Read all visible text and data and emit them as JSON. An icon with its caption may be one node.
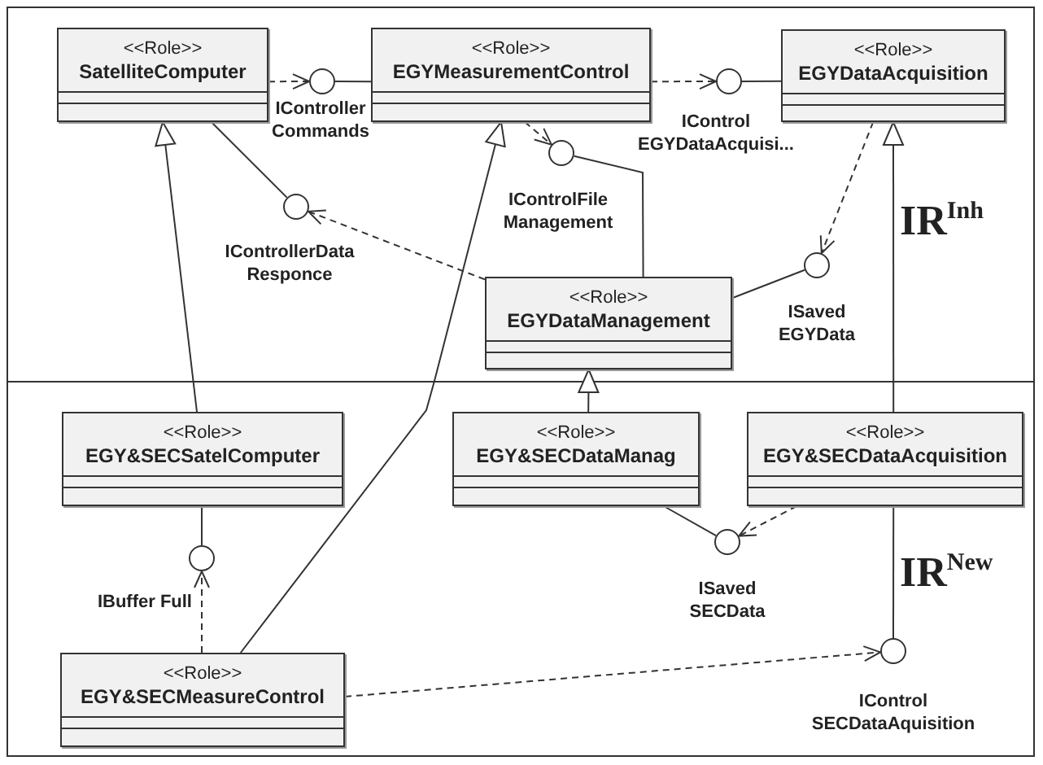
{
  "diagram": {
    "nodes": [
      {
        "text": [
          "IR$^{Inh}$"
        ]
      },
      {
        "text": [
          "<<Role>>",
          "SatelliteComputer"
        ],
        "in": 0
      },
      {
        "text": [
          "<<Role>>",
          "EGYMeasurementControl"
        ],
        "in": 0
      },
      {
        "text": [
          "<<Role>>",
          "EGYDataAcquisition"
        ],
        "in": 0
      },
      {
        "text": [],
        "shape": "circle",
        "beside": [
          "IController Commands"
        ],
        "in": 0
      },
      {
        "text": [],
        "shape": "circle",
        "in": 0
      },
      {
        "text": [],
        "shape": "circle",
        "beside": [
          "IControlFile Management"
        ],
        "in": 0
      },
      {
        "text": [],
        "shape": "circle",
        "beside": [
          "IControllerData Responce"
        ],
        "in": 0
      },
      {
        "text": [],
        "shape": "circle",
        "beside": [
          "ISaved EGYData"
        ],
        "in": 0
      },
      {
        "text": [
          "<<Role>>",
          "EGYDataManagement"
        ],
        "in": 0
      },
      {
        "text": [
          "IR$^{New}$"
        ]
      },
      {
        "text": [
          "<<Role>>",
          "EGY&SECSatelComputer"
        ],
        "in": 10
      },
      {
        "text": [
          "<<Role>>",
          "EGY&SECDataManag"
        ],
        "in": 10
      },
      {
        "text": [
          "<<Role>>",
          "EGY&SECDataAcquisition"
        ],
        "in": 10
      },
      {
        "text": [],
        "shape": "circle",
        "beside": [
          "IBuffer Full"
        ],
        "in": 10
      },
      {
        "text": [],
        "shape": "circle",
        "beside": [
          "ISaved SECData"
        ],
        "in": 10
      },
      {
        "text": [],
        "shape": "circle",
        "beside": [
          "IControl SECDataAquisition"
        ],
        "in": 10
      },
      {
        "text": [
          "<<Role>>",
          "EGY&SECMeasureControl"
        ],
        "in": 10
      }
    ],
    "edges": [
      {
        "from": 1,
        "to": 4,
        "arrow": "to",
        "style": "dashed"
      },
      {
        "from": 2,
        "to": 4,
        "arrow": "none"
      },
      {
        "from": 2,
        "to": 5,
        "arrow": "to",
        "style": "dashed"
      },
      {
        "from": 3,
        "to": 5,
        "arrow": "none"
      },
      {
        "from": 2,
        "to": 6,
        "arrow": "to",
        "style": "dashed"
      },
      {
        "from": 9,
        "to": 6,
        "arrow": "none"
      },
      {
        "from": 1,
        "to": 7,
        "arrow": "none"
      },
      {
        "from": 9,
        "to": 7,
        "arrow": "to",
        "style": "dashed"
      },
      {
        "from": 3,
        "to": 8,
        "arrow": "to",
        "style": "dashed"
      },
      {
        "from": 9,
        "to": 8,
        "arrow": "none"
      },
      {
        "from": 11,
        "to": 1,
        "arrow": "to"
      },
      {
        "from": 17,
        "to": 2,
        "arrow": "to"
      },
      {
        "from": 12,
        "to": 9,
        "arrow": "to"
      },
      {
        "from": 13,
        "to": 3,
        "arrow": "to"
      },
      {
        "from": 11,
        "to": 14,
        "arrow": "none"
      },
      {
        "from": 17,
        "to": 14,
        "arrow": "to",
        "style": "dashed"
      },
      {
        "from": 12,
        "to": 15,
        "arrow": "none"
      },
      {
        "from": 13,
        "to": 15,
        "arrow": "to",
        "style": "dashed"
      },
      {
        "from": 13,
        "to": 16,
        "arrow": "none"
      },
      {
        "from": 17,
        "to": 16,
        "arrow": "to",
        "style": "dashed"
      }
    ],
    "labels": [
      "IControl EGYDataAcquisi..."
    ]
  }
}
